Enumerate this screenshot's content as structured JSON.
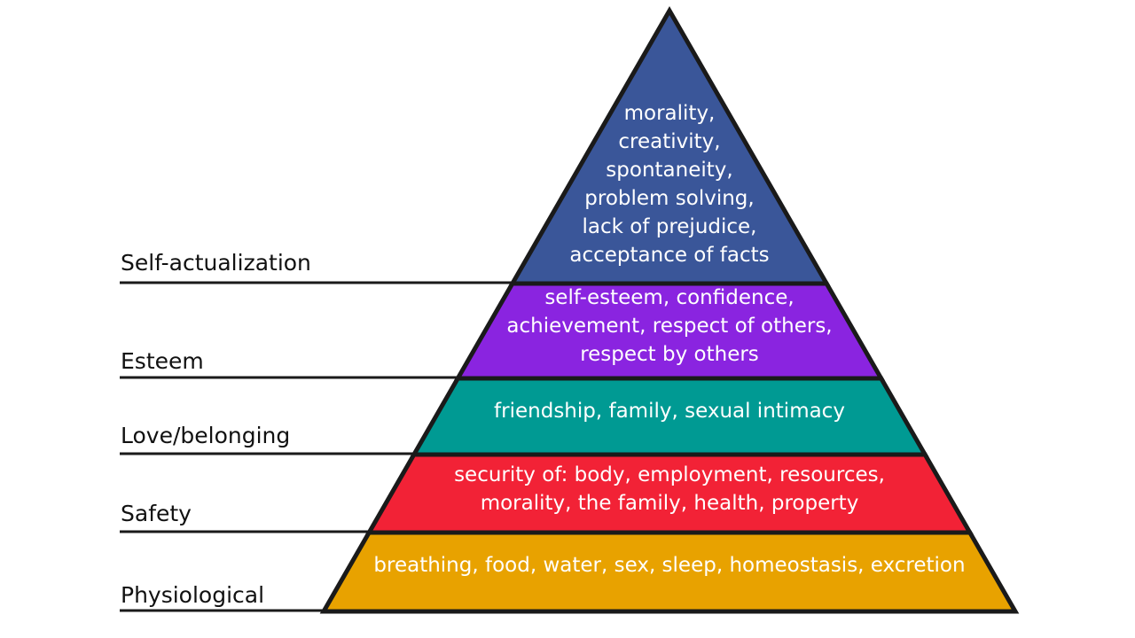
{
  "tiers": [
    {
      "label": "Self-actualization",
      "color": "#3a5699",
      "lines": [
        "morality,",
        "creativity,",
        "spontaneity,",
        "problem solving,",
        "lack of prejudice,",
        "acceptance of facts"
      ]
    },
    {
      "label": "Esteem",
      "color": "#8a24e0",
      "lines": [
        "self-esteem, confidence,",
        "achievement, respect of others,",
        "respect by others"
      ]
    },
    {
      "label": "Love/belonging",
      "color": "#009a93",
      "lines": [
        "friendship, family, sexual intimacy"
      ]
    },
    {
      "label": "Safety",
      "color": "#f22236",
      "lines": [
        "security of: body, employment, resources,",
        "morality, the family, health, property"
      ]
    },
    {
      "label": "Physiological",
      "color": "#e8a200",
      "lines": [
        "breathing, food, water, sex, sleep, homeostasis, excretion"
      ]
    }
  ]
}
